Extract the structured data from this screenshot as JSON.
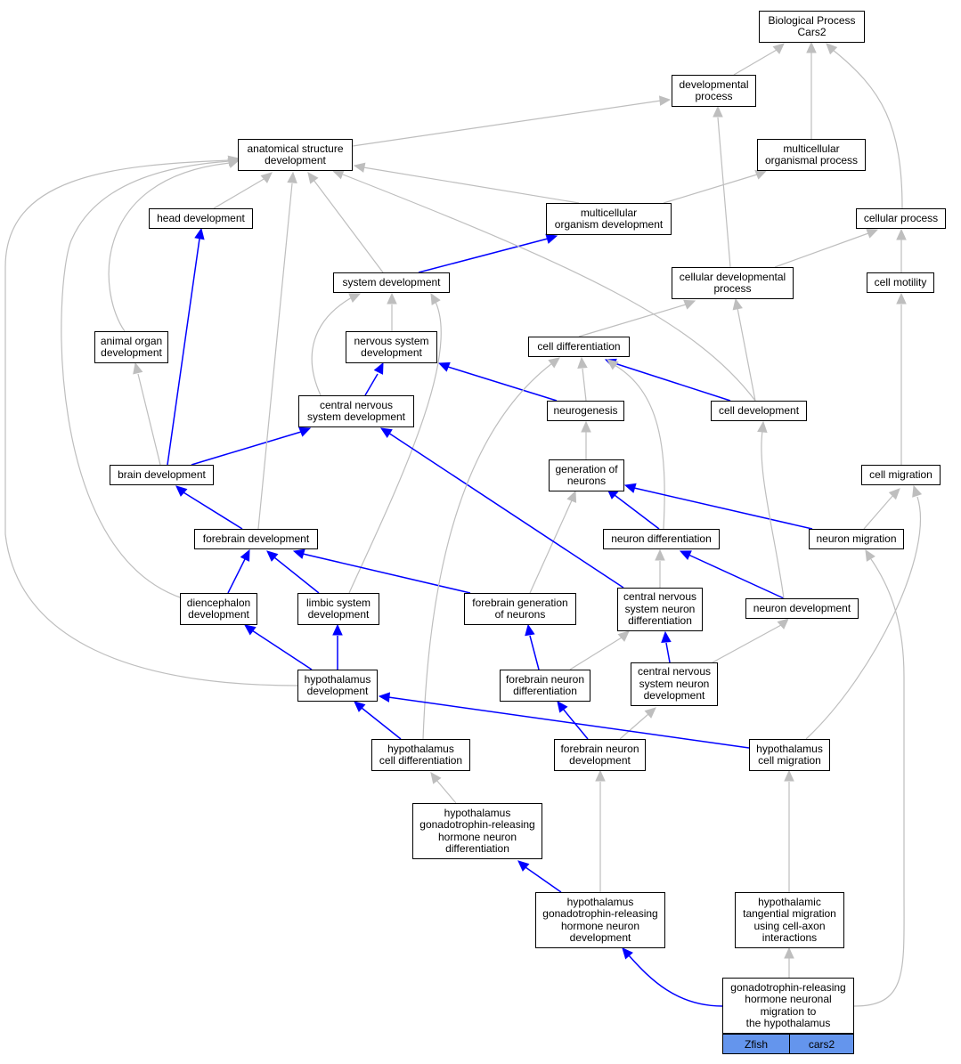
{
  "colors": {
    "is_a": "#bebebe",
    "part_of": "#0000ff",
    "node_border": "#000000",
    "tag_fill": "#6495ed"
  },
  "nodes": {
    "bp": "Biological Process\nCars2",
    "dev_process": "developmental\nprocess",
    "anat_dev": "anatomical structure\ndevelopment",
    "multi_proc": "multicellular\norganismal process",
    "head_dev": "head development",
    "multi_org_dev": "multicellular\norganism development",
    "cell_process": "cellular process",
    "sys_dev": "system development",
    "cell_dev_proc": "cellular developmental\nprocess",
    "cell_motility": "cell motility",
    "animal_organ": "animal organ\ndevelopment",
    "ns_dev": "nervous system\ndevelopment",
    "cell_diff": "cell differentiation",
    "cns_dev": "central nervous\nsystem development",
    "neurogenesis": "neurogenesis",
    "cell_dev": "cell development",
    "brain_dev": "brain development",
    "gen_neurons": "generation of\nneurons",
    "cell_migration": "cell migration",
    "forebrain_dev": "forebrain development",
    "neuron_diff": "neuron differentiation",
    "neuron_migration": "neuron migration",
    "dien_dev": "diencephalon\ndevelopment",
    "limbic_dev": "limbic system\ndevelopment",
    "fb_gen_neurons": "forebrain generation\nof neurons",
    "cns_neuron_diff": "central nervous\nsystem neuron\ndifferentiation",
    "neuron_dev": "neuron development",
    "hypo_dev": "hypothalamus\ndevelopment",
    "fb_neuron_diff": "forebrain neuron\ndifferentiation",
    "cns_neuron_dev": "central nervous\nsystem neuron\ndevelopment",
    "hypo_cell_diff": "hypothalamus\ncell differentiation",
    "fb_neuron_dev": "forebrain neuron\ndevelopment",
    "hypo_cell_mig": "hypothalamus\ncell migration",
    "hypo_gnrh_diff": "hypothalamus\ngonadotrophin-releasing\nhormone neuron\ndifferentiation",
    "hypo_gnrh_dev": "hypothalamus\ngonadotrophin-releasing\nhormone neuron\ndevelopment",
    "hypo_tang_mig": "hypothalamic\ntangential migration\nusing cell-axon\ninteractions",
    "gnrh_mig": "gonadotrophin-releasing\nhormone neuronal\nmigration to\nthe hypothalamus"
  },
  "tags": {
    "species": "Zfish",
    "gene": "cars2"
  }
}
